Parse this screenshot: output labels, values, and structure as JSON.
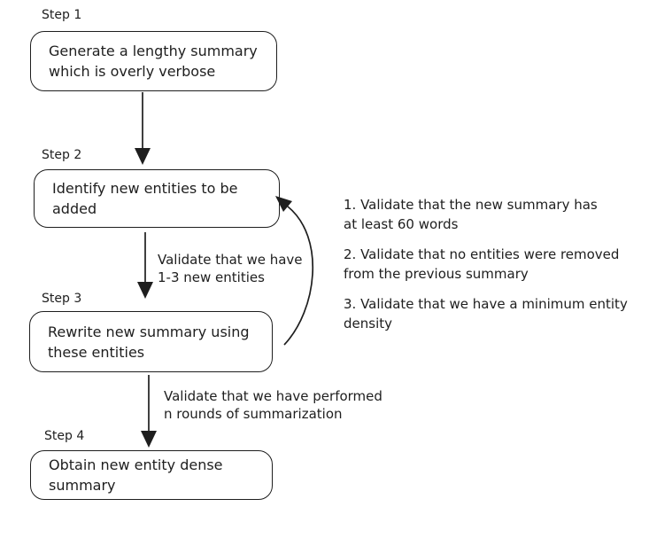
{
  "colors": {
    "ink": "#1e1e1e",
    "background": "#ffffff"
  },
  "steps": [
    {
      "label": "Step 1",
      "text": "Generate a lengthy summary\nwhich is overly verbose"
    },
    {
      "label": "Step 2",
      "text": "Identify new entities to be\nadded"
    },
    {
      "label": "Step 3",
      "text": "Rewrite new summary using\nthese entities"
    },
    {
      "label": "Step 4",
      "text": "Obtain new entity dense\nsummary"
    }
  ],
  "edges": [
    {
      "from": "Step 1",
      "to": "Step 2",
      "label": ""
    },
    {
      "from": "Step 2",
      "to": "Step 3",
      "label": "Validate that we have\n1-3 new entities"
    },
    {
      "from": "Step 3",
      "to": "Step 4",
      "label": "Validate that we have performed\nn rounds of summarization"
    },
    {
      "from": "Step 3",
      "to": "Step 2",
      "label": "",
      "type": "loop-back"
    }
  ],
  "validation_notes": [
    {
      "text": "1. Validate that the new summary has\nat least 60 words"
    },
    {
      "text": "2. Validate that no entities were removed\nfrom the previous summary"
    },
    {
      "text": "3. Validate that we have a minimum entity\ndensity"
    }
  ]
}
